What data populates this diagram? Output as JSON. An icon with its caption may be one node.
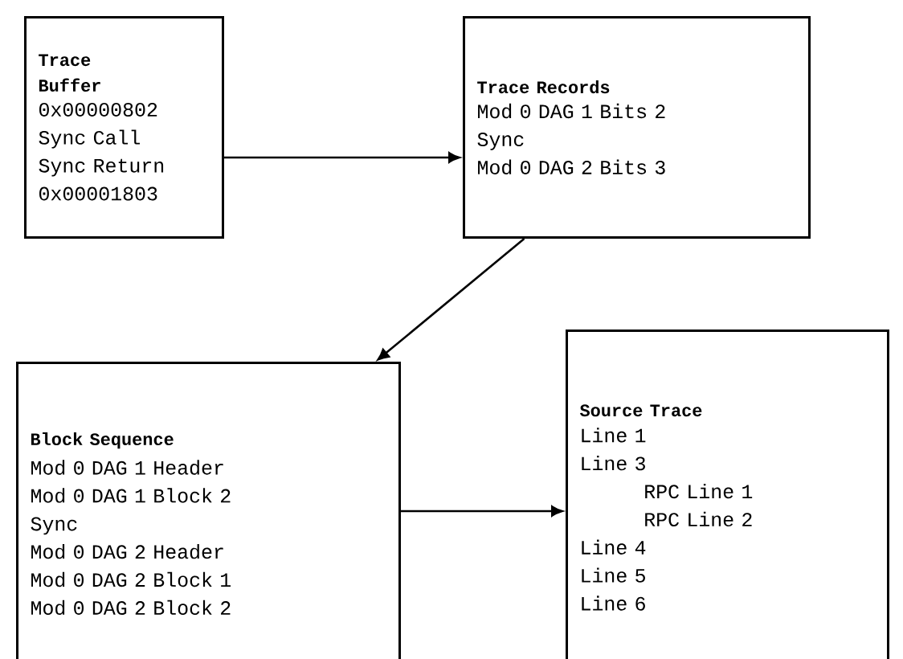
{
  "diagram": {
    "nodes": [
      {
        "text": [
          "Trace Buffer",
          "0x00000802",
          "Sync Call",
          "Sync Return",
          "0x00001803"
        ]
      },
      {
        "text": [
          "Trace Records",
          "Mod 0 DAG 1 Bits 2",
          "Sync",
          "Mod 0 DAG 2 Bits 3"
        ]
      },
      {
        "text": [
          "Block Sequence",
          "Mod 0 DAG 1 Header",
          "Mod 0 DAG 1 Block 2",
          "Sync",
          "Mod 0 DAG 2 Header",
          "Mod 0 DAG 2 Block 1",
          "Mod 0 DAG 2 Block 2"
        ]
      },
      {
        "text": [
          "Source Trace",
          "Line 1",
          "Line 3",
          "RPC Line 1",
          "RPC Line 2",
          "Line 4",
          "Line 5",
          "Line 6"
        ]
      }
    ],
    "edges": [
      {
        "from": 0,
        "to": 1,
        "arrow": "to"
      },
      {
        "from": 1,
        "to": 2,
        "arrow": "to"
      },
      {
        "from": 2,
        "to": 3,
        "arrow": "to"
      }
    ]
  }
}
